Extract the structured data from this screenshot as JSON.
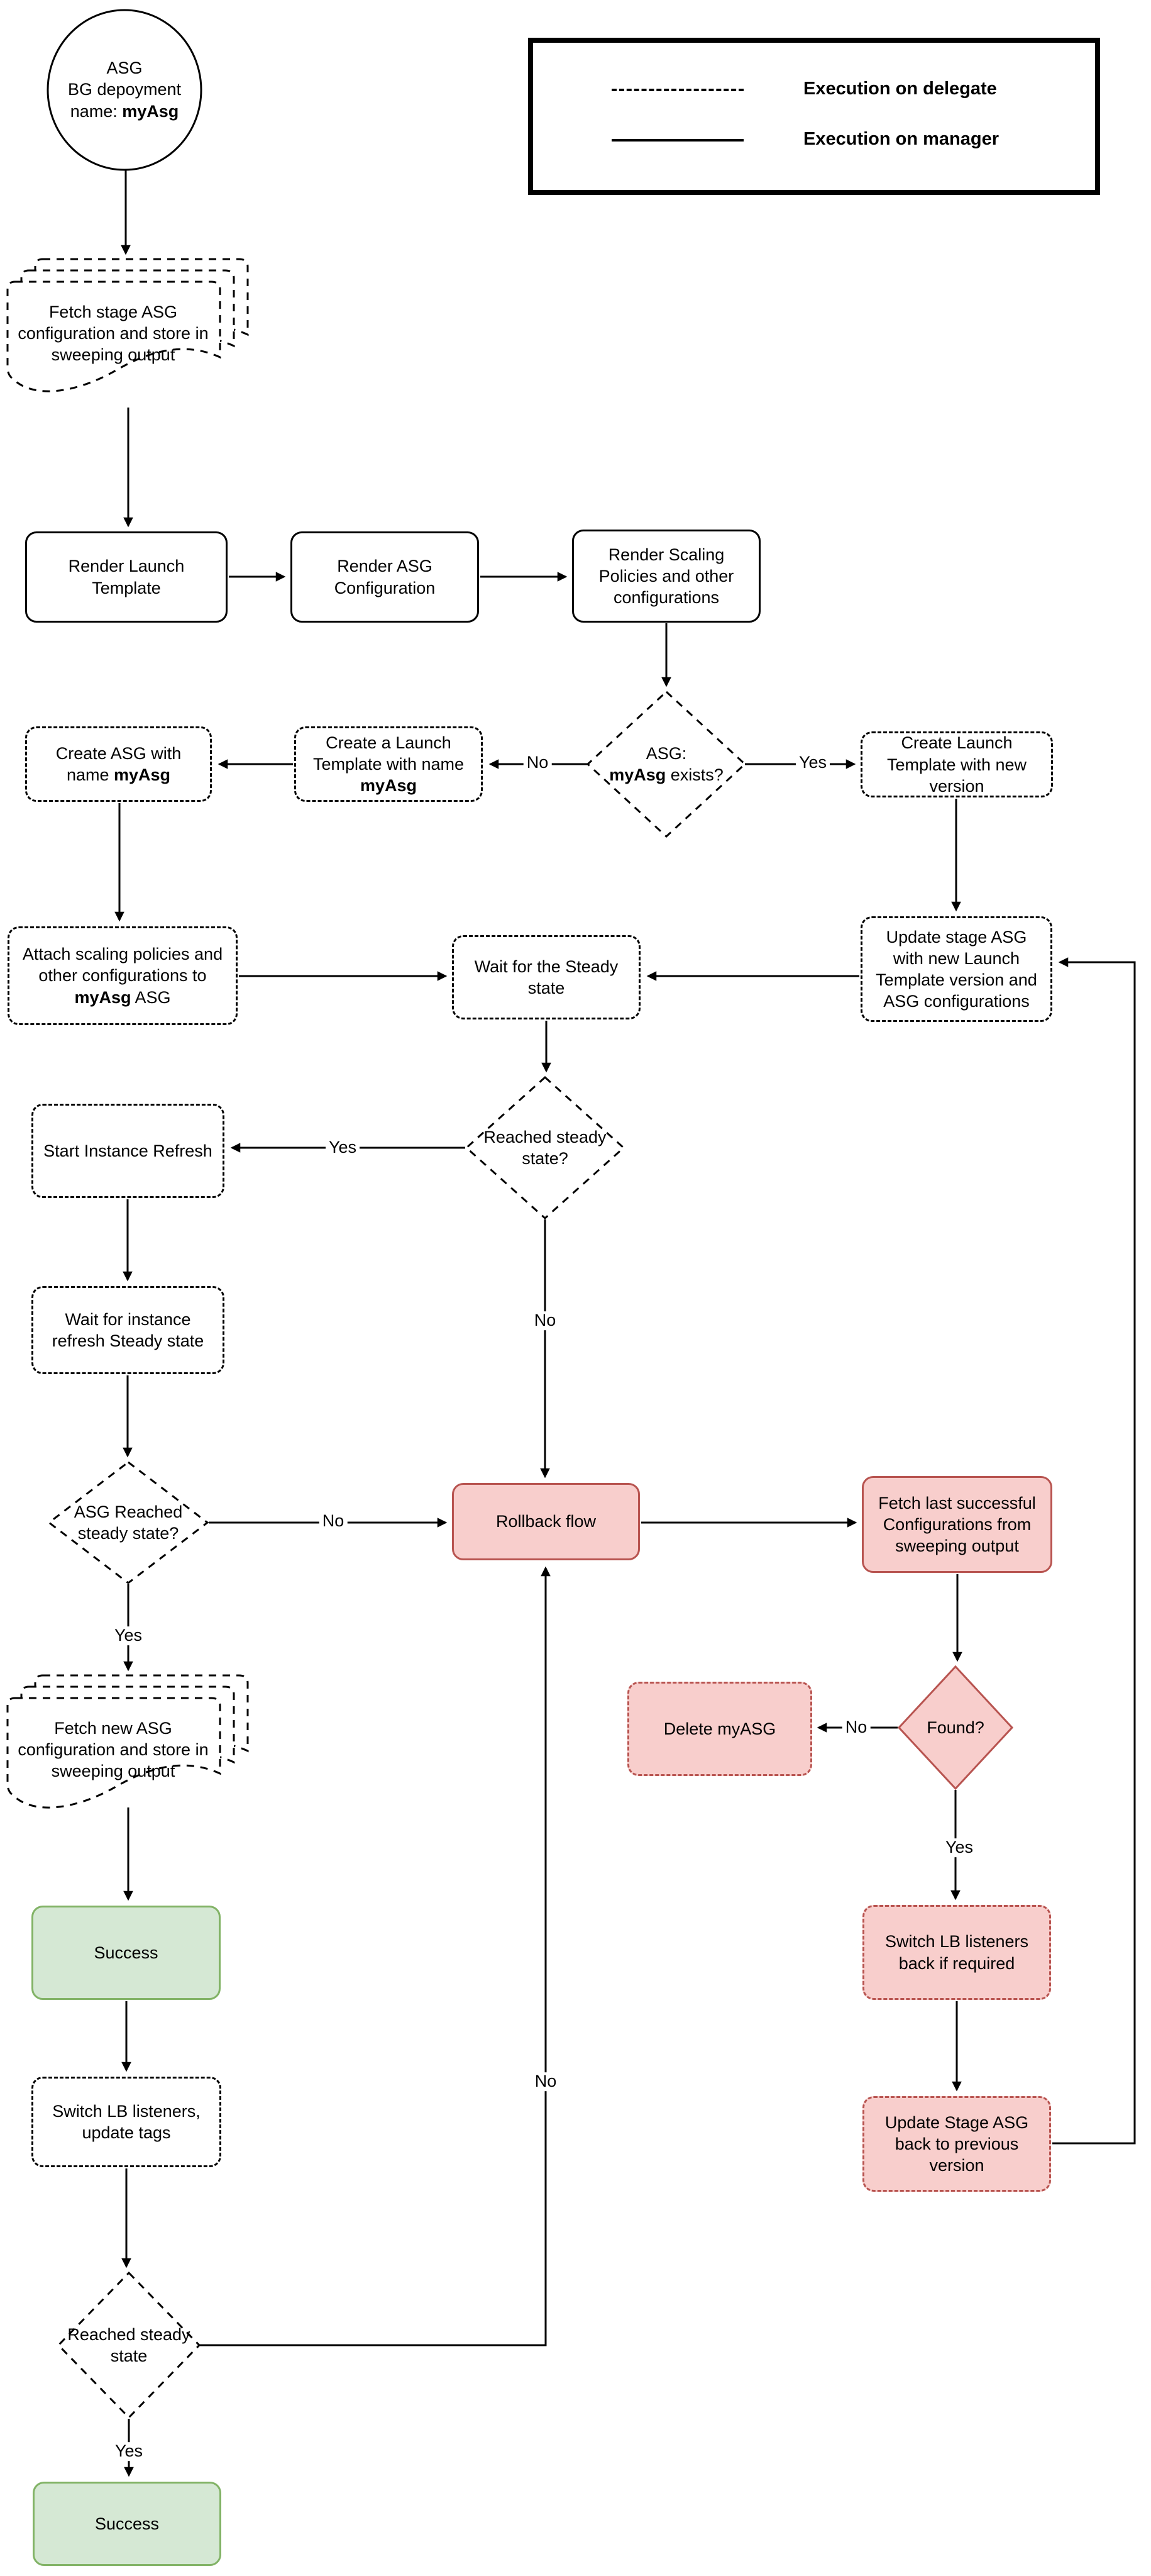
{
  "legend": {
    "items": [
      {
        "label": "Execution on delegate",
        "style": "dashed"
      },
      {
        "label": "Execution on manager",
        "style": "solid"
      }
    ]
  },
  "labels": {
    "yes": "Yes",
    "no": "No"
  },
  "start": {
    "line1": "ASG",
    "line2": "BG depoyment",
    "line3_prefix": "name: ",
    "line3_bold": "myAsg"
  },
  "nodes": {
    "fetch_stage": {
      "text": "Fetch stage ASG configuration and store in sweeping output"
    },
    "render_launch": {
      "text": "Render Launch Template"
    },
    "render_asg": {
      "text": "Render ASG Configuration"
    },
    "render_scaling": {
      "text": "Render Scaling Policies and other configurations"
    },
    "asg_exists": {
      "line1": "ASG:",
      "bold": "myAsg",
      "suffix": " exists?"
    },
    "create_lt_new": {
      "text": "Create Launch Template with new version"
    },
    "create_lt_named": {
      "prefix": "Create a Launch Template with name ",
      "bold": "myAsg"
    },
    "create_asg_named": {
      "prefix": "Create ASG with name ",
      "bold": "myAsg"
    },
    "attach_scaling": {
      "prefix": "Attach scaling policies and other configurations to ",
      "bold": "myAsg",
      "suffix": " ASG"
    },
    "wait_steady": {
      "text": "Wait for the Steady state"
    },
    "update_stage": {
      "text": "Update stage ASG with new Launch Template version and ASG configurations"
    },
    "reached_steady_q": {
      "text": "Reached steady state?"
    },
    "start_refresh": {
      "text": "Start Instance Refresh"
    },
    "wait_refresh": {
      "text": "Wait for instance refresh Steady state"
    },
    "asg_reached_q": {
      "text": "ASG Reached steady state?"
    },
    "rollback": {
      "text": "Rollback flow"
    },
    "fetch_last": {
      "text": "Fetch last successful Configurations from sweeping output"
    },
    "found_q": {
      "text": "Found?"
    },
    "delete_asg": {
      "text": "Delete myASG"
    },
    "switch_back": {
      "text": "Switch LB listeners back if required"
    },
    "update_back": {
      "text": "Update Stage ASG back to previous version"
    },
    "fetch_new": {
      "text": "Fetch new ASG configuration and store in sweeping output"
    },
    "success_1": {
      "text": "Success"
    },
    "switch_lb": {
      "text": "Switch LB listeners, update tags"
    },
    "reached_steady_2": {
      "text": "Reached steady state"
    },
    "success_2": {
      "text": "Success"
    }
  },
  "colors": {
    "pink_fill": "#f8cecc",
    "pink_border": "#b85450",
    "green_fill": "#d5e8d4",
    "green_border": "#82b366",
    "line": "#000000"
  }
}
